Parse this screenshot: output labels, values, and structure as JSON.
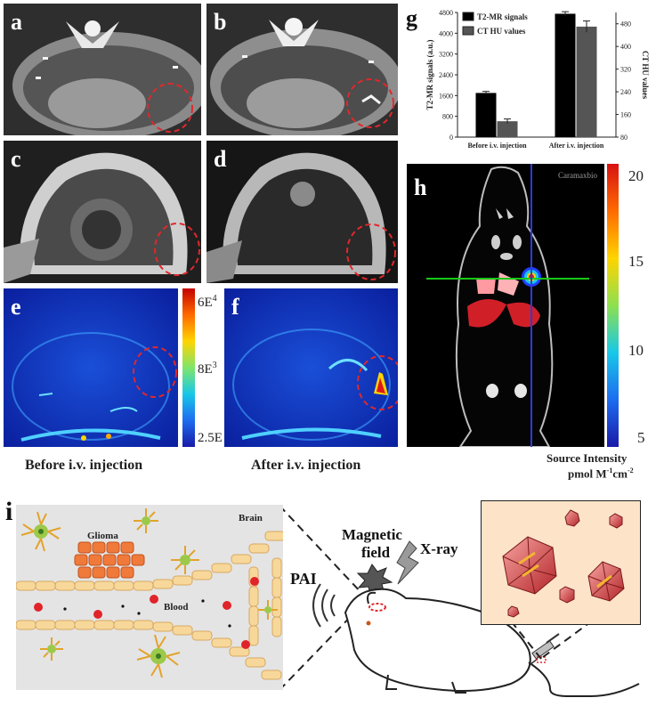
{
  "panels": {
    "a": "a",
    "b": "b",
    "c": "c",
    "d": "d",
    "e": "e",
    "f": "f",
    "g": "g",
    "h": "h",
    "i": "i"
  },
  "captions": {
    "before": "Before i.v. injection",
    "after": "After i.v. injection"
  },
  "pa_colorbar": {
    "ticks": [
      "6E",
      "8E",
      "2.5E"
    ],
    "superscripts": [
      "4",
      "3",
      ""
    ]
  },
  "spect": {
    "watermark": "Caramaxbio",
    "colorbar_ticks": [
      "20",
      "15",
      "10",
      "5"
    ],
    "intensity_label": "Source Intensity",
    "intensity_unit": "pmol M",
    "unit_sup1": "-1",
    "unit_mid": "cm",
    "unit_sup2": "-2"
  },
  "schematic": {
    "brain": "Brain",
    "glioma": "Glioma",
    "blood": "Blood",
    "pai": "PAI",
    "magnetic": "Magnetic",
    "field": "field",
    "xray": "X-ray"
  },
  "chart_data": {
    "type": "bar",
    "categories": [
      "Before i.v. injection",
      "After i.v. injection"
    ],
    "series": [
      {
        "name": "T2-MR signals",
        "axis": "left",
        "color": "#000000",
        "values": [
          1700,
          4750
        ],
        "errors": [
          60,
          80
        ]
      },
      {
        "name": "CT HU values",
        "axis": "right",
        "color": "#555555",
        "values": [
          136,
          470
        ],
        "errors": [
          8,
          20
        ]
      }
    ],
    "ylabel": "T2-MR signals (a.u.)",
    "y2label": "CT HU values",
    "ylim": [
      0,
      4800
    ],
    "y2lim": [
      80,
      520
    ],
    "yticks": [
      0,
      800,
      1600,
      2400,
      3200,
      4000,
      4800
    ],
    "y2ticks": [
      80,
      160,
      240,
      320,
      400,
      480
    ]
  }
}
